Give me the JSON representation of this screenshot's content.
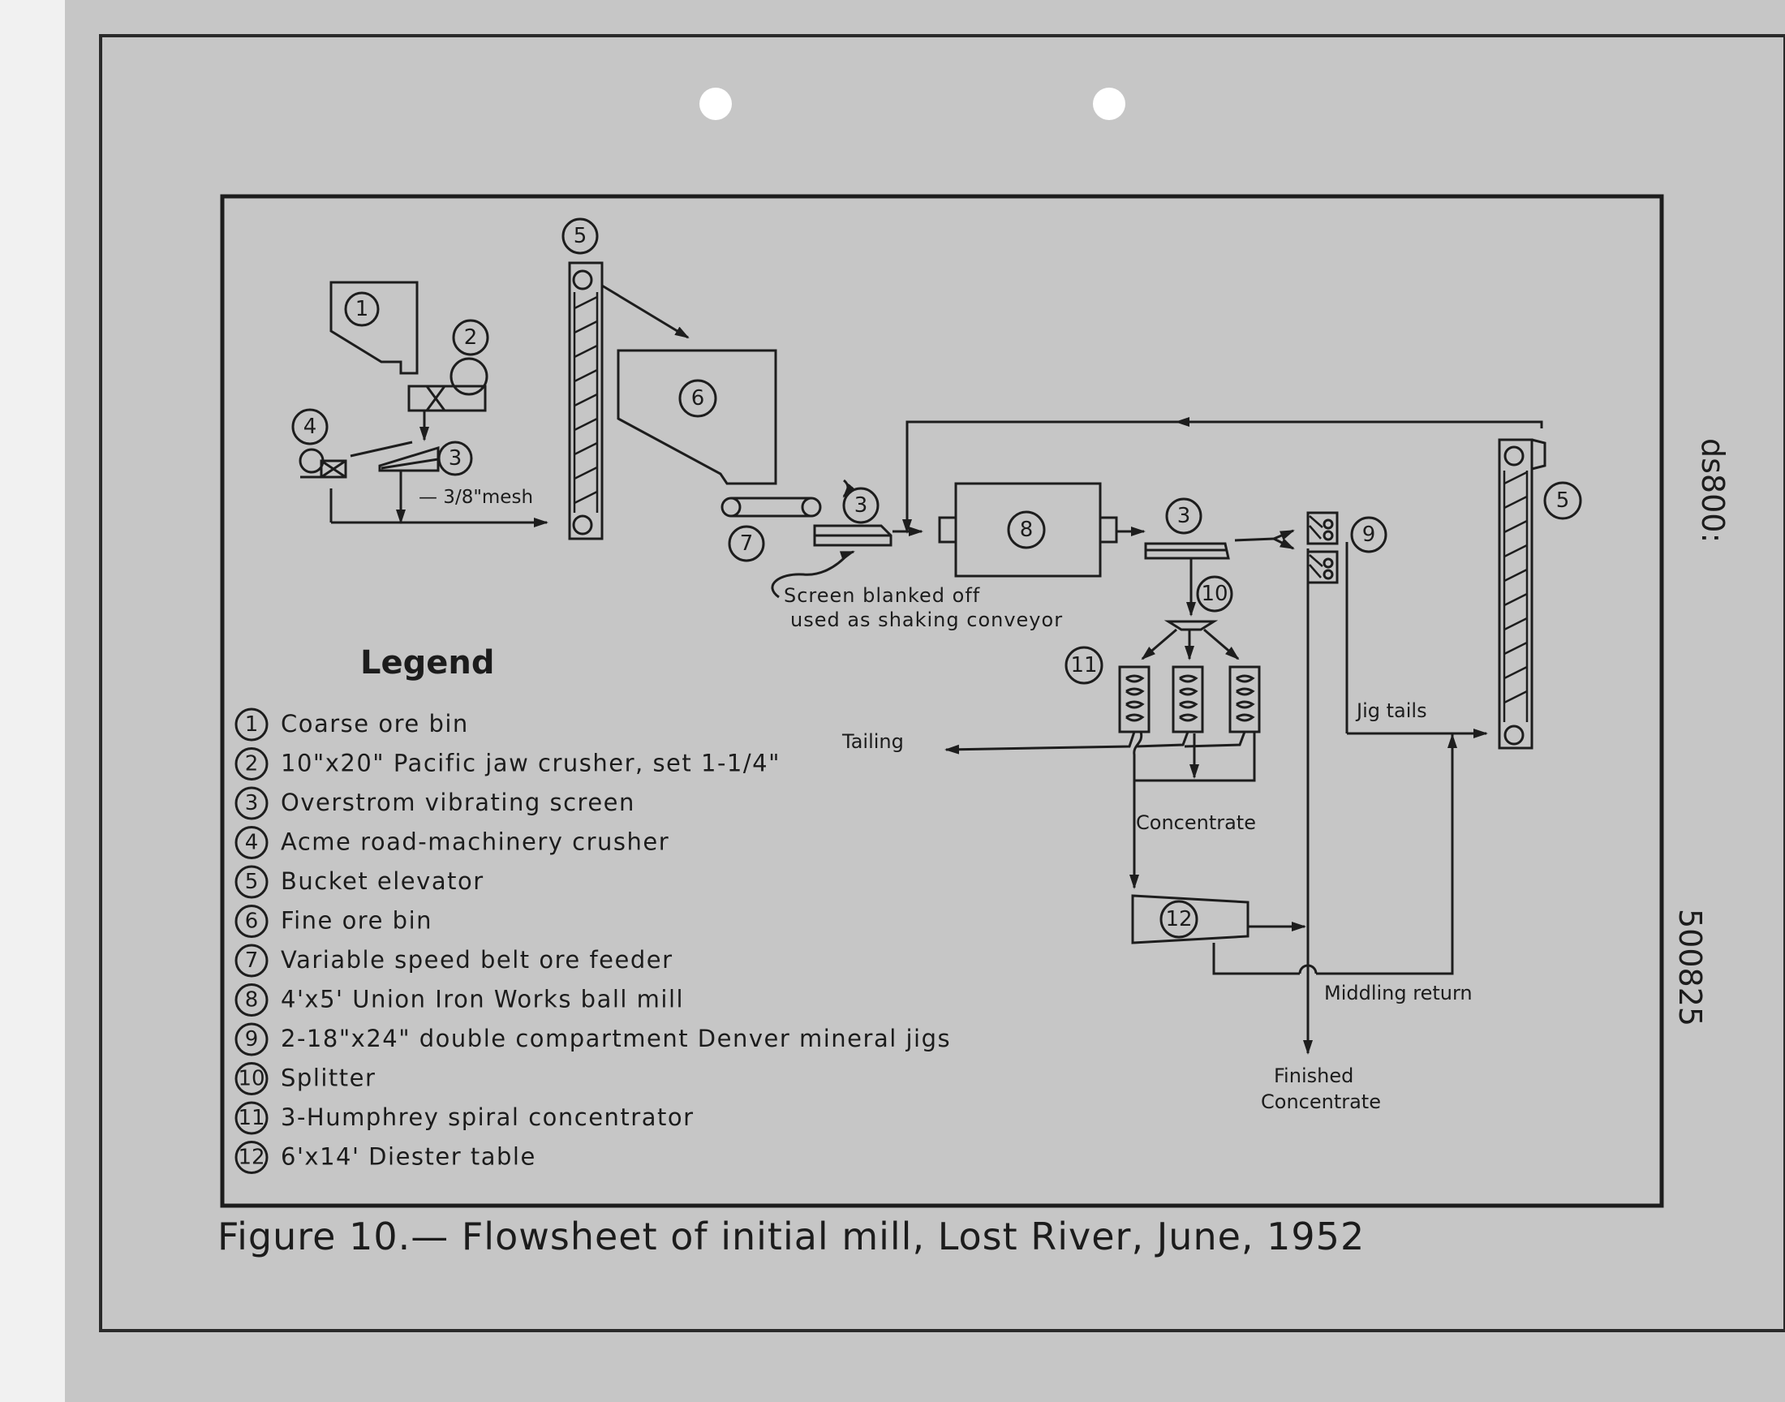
{
  "caption": "Figure 10.—  Flowsheet of initial mill,  Lost River,  June, 1952",
  "legend": {
    "title": "Legend",
    "items": [
      {
        "num": "1",
        "text": "Coarse  ore  bin"
      },
      {
        "num": "2",
        "text": "10\"x20\" Pacific  jaw crusher, set 1-1/4\""
      },
      {
        "num": "3",
        "text": "Overstrom  vibrating  screen"
      },
      {
        "num": "4",
        "text": "Acme  road-machinery  crusher"
      },
      {
        "num": "5",
        "text": "Bucket  elevator"
      },
      {
        "num": "6",
        "text": "Fine  ore  bin"
      },
      {
        "num": "7",
        "text": "Variable speed belt ore feeder"
      },
      {
        "num": "8",
        "text": "4'x5' Union Iron Works ball mill"
      },
      {
        "num": "9",
        "text": "2-18\"x24\" double  compartment  Denver  mineral  jigs"
      },
      {
        "num": "10",
        "text": "Splitter"
      },
      {
        "num": "11",
        "text": "3-Humphrey  spiral  concentrator"
      },
      {
        "num": "12",
        "text": "6'x14' Diester  table"
      }
    ]
  },
  "labels": {
    "mesh": "— 3/8\"mesh",
    "screen_note_line1": "Screen  blanked  off",
    "screen_note_line2": "used  as  shaking  conveyor",
    "tailing": "Tailing",
    "concentrate": "Concentrate",
    "jig_tails": "Jig tails",
    "middling_return": "Middling return",
    "finished_line1": "Finished",
    "finished_line2": "Concentrate"
  },
  "equipment_numbers": {
    "coarse_bin": "1",
    "jaw_crusher": "2",
    "screen_a": "3",
    "road_crusher": "4",
    "elevator_a": "5",
    "fine_bin": "6",
    "belt_feeder": "7",
    "screen_b": "3",
    "ball_mill": "8",
    "screen_c": "3",
    "jigs": "9",
    "splitter": "10",
    "spirals": "11",
    "diester_table": "12",
    "elevator_b": "5"
  },
  "stamps": {
    "stamp_top": "ds800:",
    "stamp_bottom": "500825"
  }
}
